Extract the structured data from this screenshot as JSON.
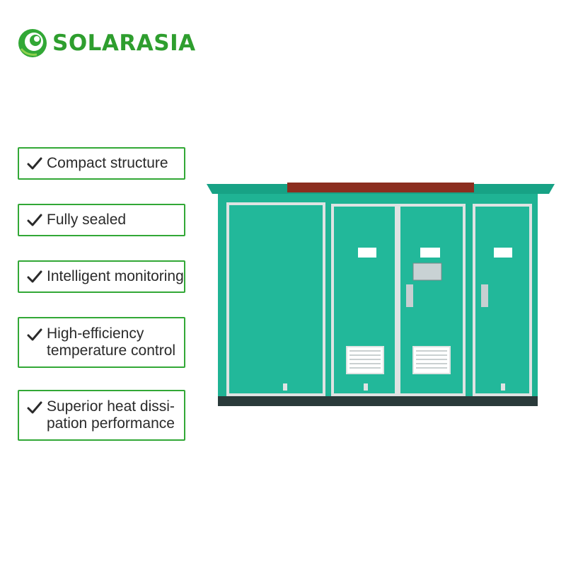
{
  "brand": {
    "name": "SOLARASIA",
    "color": "#2e9e2e"
  },
  "features": [
    {
      "icon": "check-icon",
      "lines": [
        "Compact structure"
      ]
    },
    {
      "icon": "check-icon",
      "lines": [
        "Fully sealed"
      ]
    },
    {
      "icon": "check-icon",
      "lines": [
        "Intelligent monitoring"
      ]
    },
    {
      "icon": "check-icon",
      "lines": [
        "High-efficiency",
        "temperature control"
      ]
    },
    {
      "icon": "check-icon",
      "lines": [
        "Superior heat dissi-",
        "pation performance"
      ]
    }
  ],
  "product": {
    "body_color": "#1fb394",
    "roof_accent_color": "#8b2e1f",
    "frame_color": "#dfe3e3"
  }
}
